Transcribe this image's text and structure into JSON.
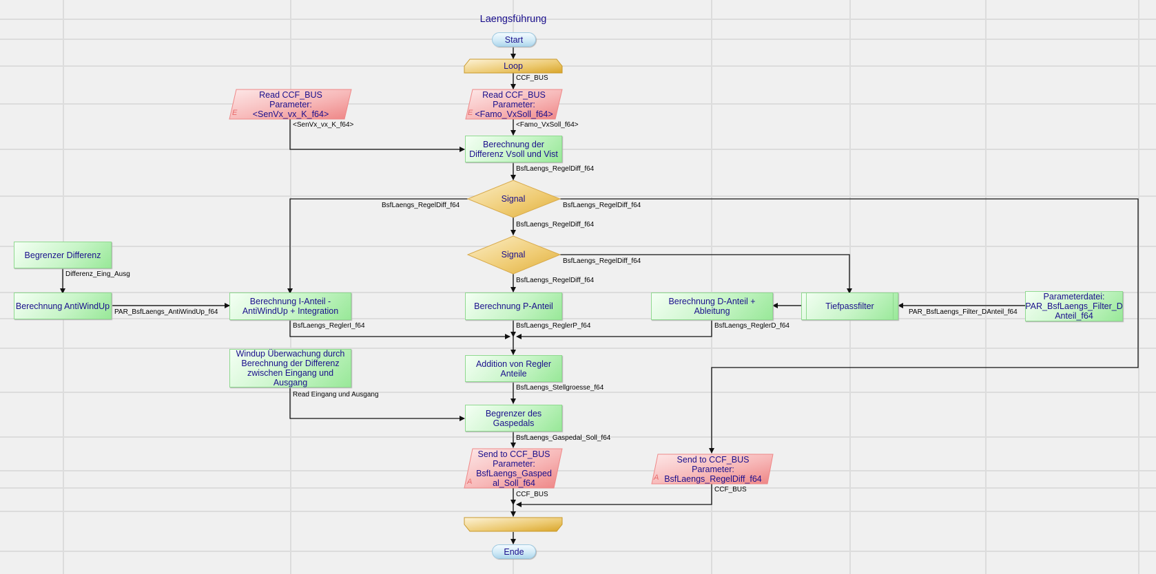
{
  "diagram": {
    "title": "Laengsführung",
    "start": "Start",
    "end": "Ende",
    "loop_start": "Loop",
    "loop_end": "",
    "read_senvx": {
      "line1": "Read CCF_BUS",
      "line2": "Parameter:",
      "line3": "<SenVx_vx_K_f64>",
      "marker": "E"
    },
    "read_famo": {
      "line1": "Read CCF_BUS",
      "line2": "Parameter:",
      "line3": "<Famo_VxSoll_f64>",
      "marker": "E"
    },
    "berechnung_differenz": {
      "line1": "Berechnung der",
      "line2": "Differenz Vsoll und Vist"
    },
    "signal_1": "Signal",
    "signal_2": "Signal",
    "begrenzer_differenz": "Begrenzer Differenz",
    "berechnung_antiwindup": "Berechnung AntiWindUp",
    "berechnung_i_anteil": {
      "line1": "Berechnung I-Anteil -",
      "line2": "AntiWindUp + Integration"
    },
    "berechnung_p_anteil": "Berechnung P-Anteil",
    "berechnung_d_anteil": {
      "line1": "Berechnung D-Anteil +",
      "line2": "Ableitung"
    },
    "tiefpassfilter": "Tiefpassfilter",
    "parameterdatei": {
      "line1": "Parameterdatei:",
      "line2": "PAR_BsfLaengs_Filter_D",
      "line3": "Anteil_f64"
    },
    "windup_ueberwachung": {
      "line1": "Windup Überwachung durch",
      "line2": "Berechnung der Differenz",
      "line3": "zwischen Eingang und Ausgang"
    },
    "addition_regler": {
      "line1": "Addition von Regler",
      "line2": "Anteile"
    },
    "begrenzer_gaspedal": {
      "line1": "Begrenzer des",
      "line2": "Gaspedals"
    },
    "send_gaspedal": {
      "line1": "Send to CCF_BUS",
      "line2": "Parameter:",
      "line3": "BsfLaengs_Gasped",
      "line4": "al_Soll_f64",
      "marker": "A"
    },
    "send_regeldiff": {
      "line1": "Send to CCF_BUS",
      "line2": "Parameter:",
      "line3": "BsfLaengs_RegelDiff_f64",
      "marker": "A"
    }
  },
  "connectors": {
    "loop_to_read": "CCF_BUS",
    "senvx_out": "<SenVx_vx_K_f64>",
    "famo_out": "<Famo_VxSoll_f64>",
    "diff_out": "BsfLaengs_RegelDiff_f64",
    "signal1_left": "BsfLaengs_RegelDiff_f64",
    "signal1_right": "BsfLaengs_RegelDiff_f64",
    "signal1_down": "BsfLaengs_RegelDiff_f64",
    "signal2_right": "BsfLaengs_RegelDiff_f64",
    "signal2_down": "BsfLaengs_RegelDiff_f64",
    "differenz_eing_ausg": "Differenz_Eing_Ausg",
    "par_antiwindup": "PAR_BsfLaengs_AntiWindUp_f64",
    "par_filter": "PAR_BsfLaengs_Filter_DAnteil_f64",
    "regler_i": "BsfLaengs_ReglerI_f64",
    "regler_p": "BsfLaengs_ReglerP_f64",
    "regler_d": "BsfLaengs_ReglerD_f64",
    "read_eing_ausg": "Read Eingang und Ausgang",
    "stellgroesse": "BsfLaengs_Stellgroesse_f64",
    "gaspedal_soll": "BsfLaengs_Gaspedal_Soll_f64",
    "ccf_bus_left": "CCF_BUS",
    "ccf_bus_right": "CCF_BUS"
  },
  "colors": {
    "text": "#1a0f8c",
    "process_fill": "#c8f5c8",
    "io_fill": "#f4a0a0",
    "loop_fill": "#e8bf5a",
    "terminal_fill": "#cfe9f6",
    "background": "#f0f0f0"
  }
}
